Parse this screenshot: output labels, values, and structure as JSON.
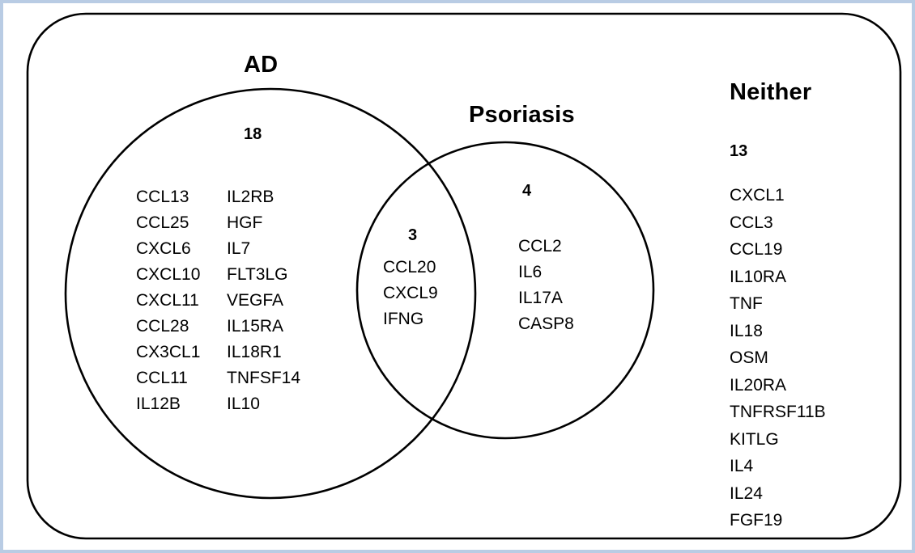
{
  "figure": {
    "type": "venn-diagram",
    "stroke_color": "#000000",
    "background_color": "#ffffff",
    "frame_color": "#b9cce4"
  },
  "universe": {
    "name": "outer-boundary-rounded-rectangle"
  },
  "sets": {
    "ad": {
      "title": "AD",
      "count": "18",
      "genes_column_1": [
        "CCL13",
        "CCL25",
        "CXCL6",
        "CXCL10",
        "CXCL11",
        "CCL28",
        "CX3CL1",
        "CCL11",
        "IL12B"
      ],
      "genes_column_2": [
        "IL2RB",
        "HGF",
        "IL7",
        "FLT3LG",
        "VEGFA",
        "IL15RA",
        "IL18R1",
        "TNFSF14",
        "IL10"
      ]
    },
    "psoriasis": {
      "title": "Psoriasis",
      "count": "4",
      "genes": [
        "CCL2",
        "IL6",
        "IL17A",
        "CASP8"
      ]
    },
    "intersection": {
      "count": "3",
      "genes": [
        "CCL20",
        "CXCL9",
        "IFNG"
      ]
    },
    "neither": {
      "title": "Neither",
      "count": "13",
      "genes": [
        "CXCL1",
        "CCL3",
        "CCL19",
        "IL10RA",
        "TNF",
        "IL18",
        "OSM",
        "IL20RA",
        "TNFRSF11B",
        "KITLG",
        "IL4",
        "IL24",
        "FGF19"
      ]
    }
  }
}
